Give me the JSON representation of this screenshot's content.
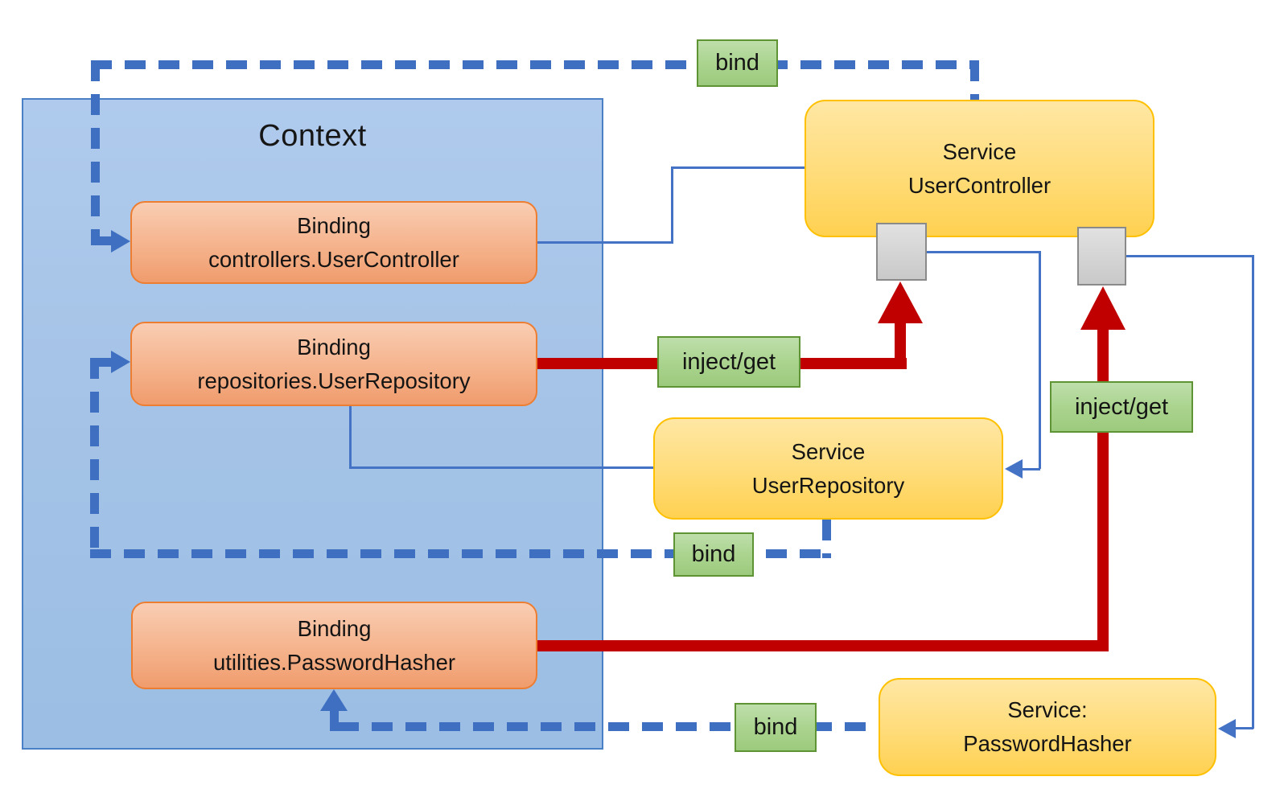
{
  "diagram": {
    "context": {
      "title": "Context"
    },
    "bindings": [
      {
        "line1": "Binding",
        "line2": "controllers.UserController"
      },
      {
        "line1": "Binding",
        "line2": "repositories.UserRepository"
      },
      {
        "line1": "Binding",
        "line2": "utilities.PasswordHasher"
      }
    ],
    "services": [
      {
        "line1": "Service",
        "line2": "UserController"
      },
      {
        "line1": "Service",
        "line2": "UserRepository"
      },
      {
        "line1": "Service:",
        "line2": "PasswordHasher"
      }
    ],
    "labels": {
      "bind_top": "bind",
      "bind_middle": "bind",
      "bind_bottom": "bind",
      "inject_get_left": "inject/get",
      "inject_get_right": "inject/get"
    },
    "colors": {
      "context_fill": "#A5C3E7",
      "context_border": "#4A80C6",
      "binding_fill": "#F5B38C",
      "binding_border": "#ED7D31",
      "service_fill": "#FFDC79",
      "service_border": "#FFC000",
      "label_fill": "#ABD48F",
      "label_border": "#5E9434",
      "dashed_blue": "#3E6FC1",
      "connector_blue": "#4472C4",
      "inject_red": "#C00000",
      "gray_fill": "#D6D6D6",
      "gray_border": "#8A8A8A"
    }
  }
}
